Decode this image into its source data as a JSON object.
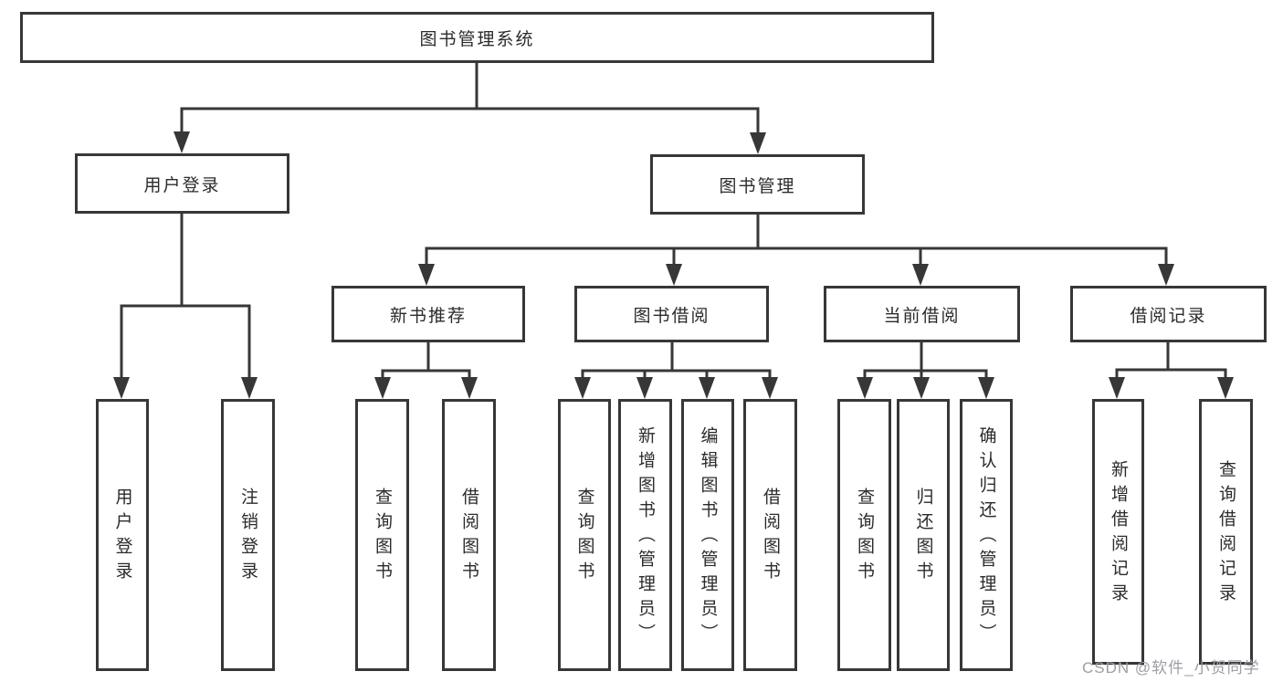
{
  "root": {
    "label": "图书管理系统"
  },
  "branches": [
    {
      "label": "用户登录",
      "children": [
        {
          "label": "用户登录"
        },
        {
          "label": "注销登录"
        }
      ]
    },
    {
      "label": "图书管理",
      "children": [
        {
          "label": "新书推荐",
          "children": [
            {
              "label": "查询图书"
            },
            {
              "label": "借阅图书"
            }
          ]
        },
        {
          "label": "图书借阅",
          "children": [
            {
              "label": "查询图书"
            },
            {
              "label": "新增图书（管理员）"
            },
            {
              "label": "编辑图书（管理员）"
            },
            {
              "label": "借阅图书"
            }
          ]
        },
        {
          "label": "当前借阅",
          "children": [
            {
              "label": "查询图书"
            },
            {
              "label": "归还图书"
            },
            {
              "label": "确认归还（管理员）"
            }
          ]
        },
        {
          "label": "借阅记录",
          "children": [
            {
              "label": "新增借阅记录"
            },
            {
              "label": "查询借阅记录"
            }
          ]
        }
      ]
    }
  ],
  "watermark": {
    "text": "CSDN @软件_小贺同学"
  },
  "colors": {
    "line": "#373737",
    "text": "#2b2b2b",
    "watermark": "#9d9da5",
    "background": "#ffffff"
  }
}
